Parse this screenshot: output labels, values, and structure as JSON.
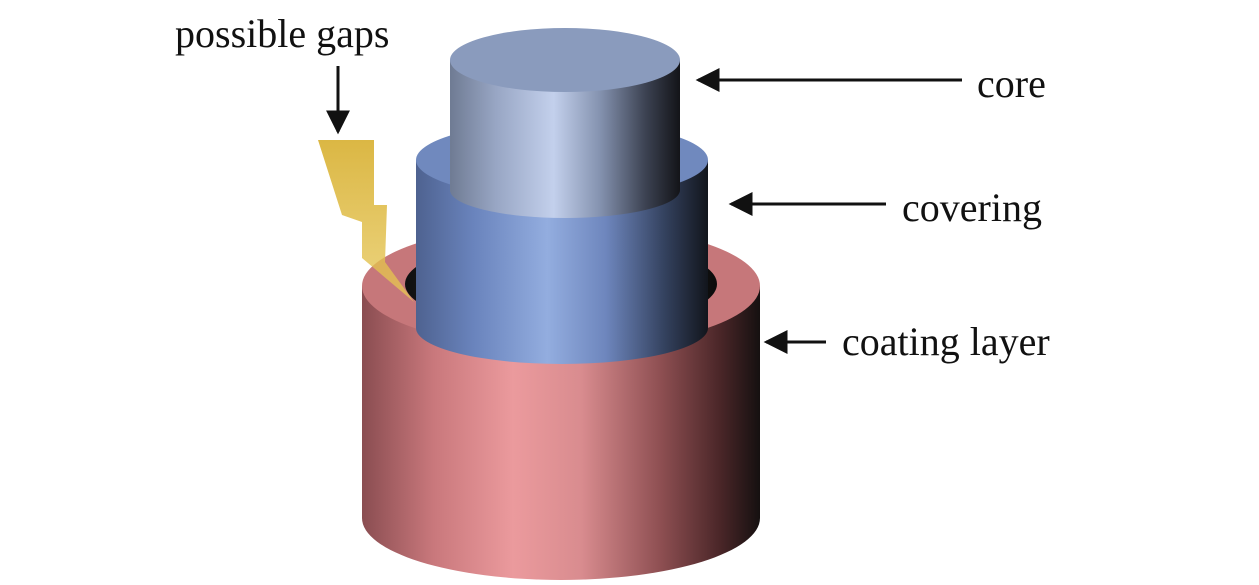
{
  "labels": {
    "possible_gaps": "possible gaps",
    "core": "core",
    "covering": "covering",
    "coating_layer": "coating layer"
  },
  "colors": {
    "core": "#8e9fc0",
    "covering": "#7e96c8",
    "coating_layer": "#e69699",
    "gap_lightning": "#e0bd3c",
    "arrow": "#111111"
  }
}
